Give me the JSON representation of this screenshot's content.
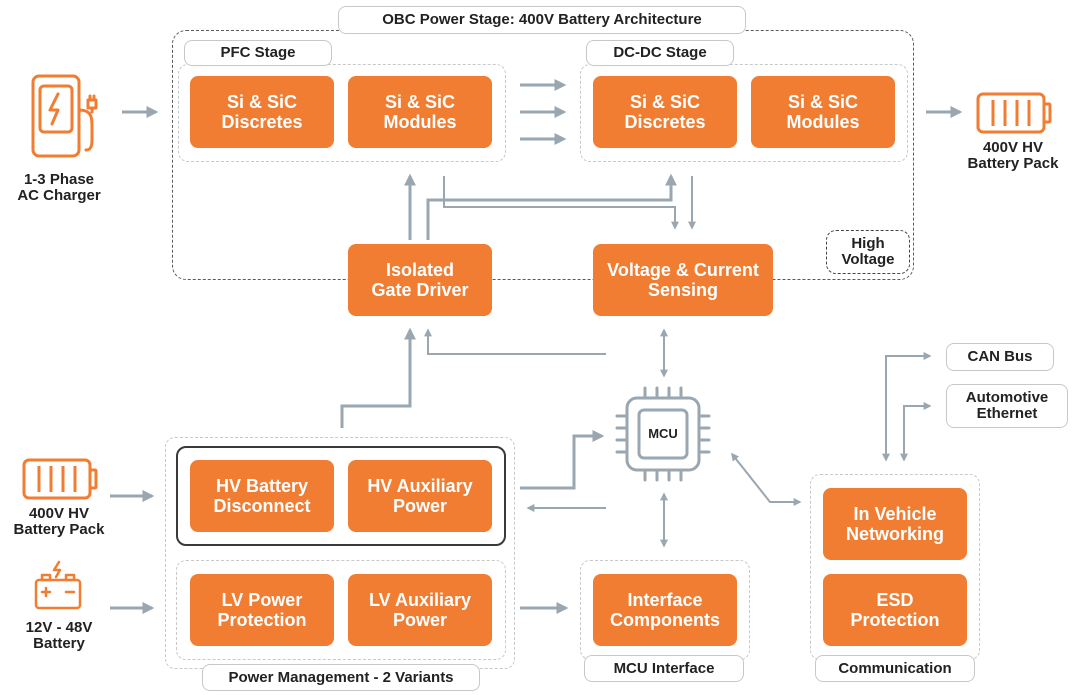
{
  "title": "OBC Power Stage: 400V Battery Architecture",
  "groups": {
    "pfc_stage": "PFC Stage",
    "dcdc_stage": "DC-DC Stage",
    "high_voltage": "High\nVoltage",
    "power_management": "Power Management - 2 Variants",
    "mcu_interface": "MCU Interface",
    "communication": "Communication"
  },
  "blocks": {
    "pfc_discretes": "Si & SiC\nDiscretes",
    "pfc_modules": "Si & SiC\nModules",
    "dcdc_discretes": "Si & SiC\nDiscretes",
    "dcdc_modules": "Si & SiC\nModules",
    "isolated_gate_driver": "Isolated\nGate Driver",
    "voltage_current_sensing": "Voltage & Current\nSensing",
    "hv_battery_disconnect": "HV Battery\nDisconnect",
    "hv_auxiliary_power": "HV Auxiliary\nPower",
    "lv_power_protection": "LV Power\nProtection",
    "lv_auxiliary_power": "LV Auxiliary\nPower",
    "interface_components": "Interface\nComponents",
    "in_vehicle_networking": "In Vehicle\nNetworking",
    "esd_protection": "ESD\nProtection",
    "mcu": "MCU"
  },
  "external": {
    "ac_charger": "1-3 Phase\nAC Charger",
    "hv_battery_out": "400V HV\nBattery Pack",
    "hv_battery_in": "400V HV\nBattery Pack",
    "lv_battery": "12V - 48V\nBattery",
    "can_bus": "CAN Bus",
    "automotive_ethernet": "Automotive\nEthernet"
  },
  "icons": {
    "charger": "ev-charger-icon",
    "battery": "battery-pack-icon",
    "small_battery": "car-battery-icon",
    "chip": "microchip-icon"
  },
  "colors": {
    "accent": "#f07d32",
    "arrow": "#9aa7b0",
    "text": "#222222"
  }
}
